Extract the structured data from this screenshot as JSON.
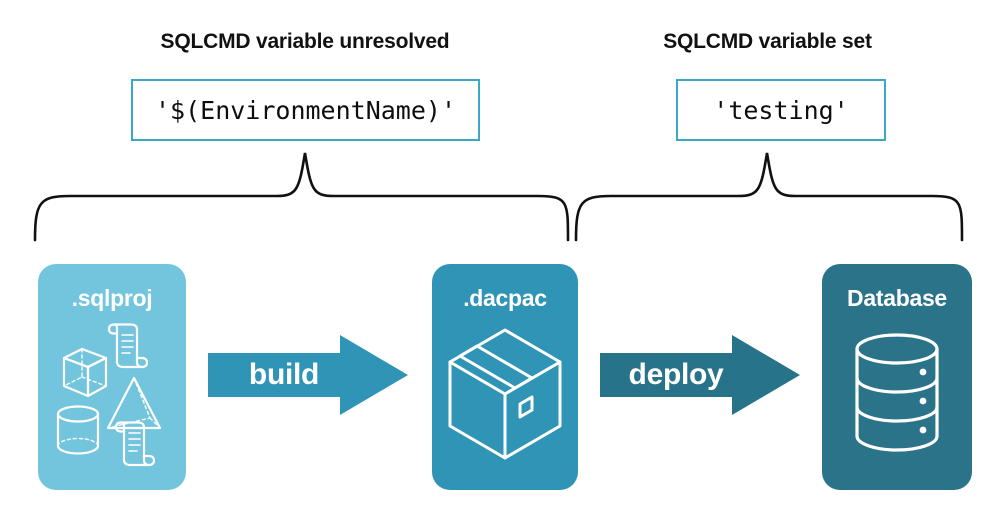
{
  "annotations": [
    {
      "id": "sqlcmd-unresolved",
      "label": "SQLCMD variable unresolved",
      "code_value": "'$(EnvironmentName)'"
    },
    {
      "id": "sqlcmd-set",
      "label": "SQLCMD variable set",
      "code_value": "'testing'"
    }
  ],
  "stages": [
    {
      "id": "sqlproj",
      "title": ".sqlproj",
      "fill": "#72c5dd",
      "icons": [
        "cube-icon",
        "scroll-icon",
        "pyramid-icon",
        "cylinder-icon",
        "scroll-icon"
      ]
    },
    {
      "id": "dacpac",
      "title": ".dacpac",
      "fill": "#2f94b5",
      "icons": [
        "package-box-icon"
      ]
    },
    {
      "id": "database",
      "title": "Database",
      "fill": "#2a7389",
      "icons": [
        "database-cylinder-icon"
      ]
    }
  ],
  "arrows": [
    {
      "id": "build",
      "label": "build",
      "fill": "#2f94b5"
    },
    {
      "id": "deploy",
      "label": "deploy",
      "fill": "#27748a"
    }
  ],
  "colors": {
    "background": "#ffffff",
    "code_border": "#3ba8c6",
    "brace_stroke": "#111111",
    "text_dark": "#111111",
    "text_light": "#ffffff"
  }
}
